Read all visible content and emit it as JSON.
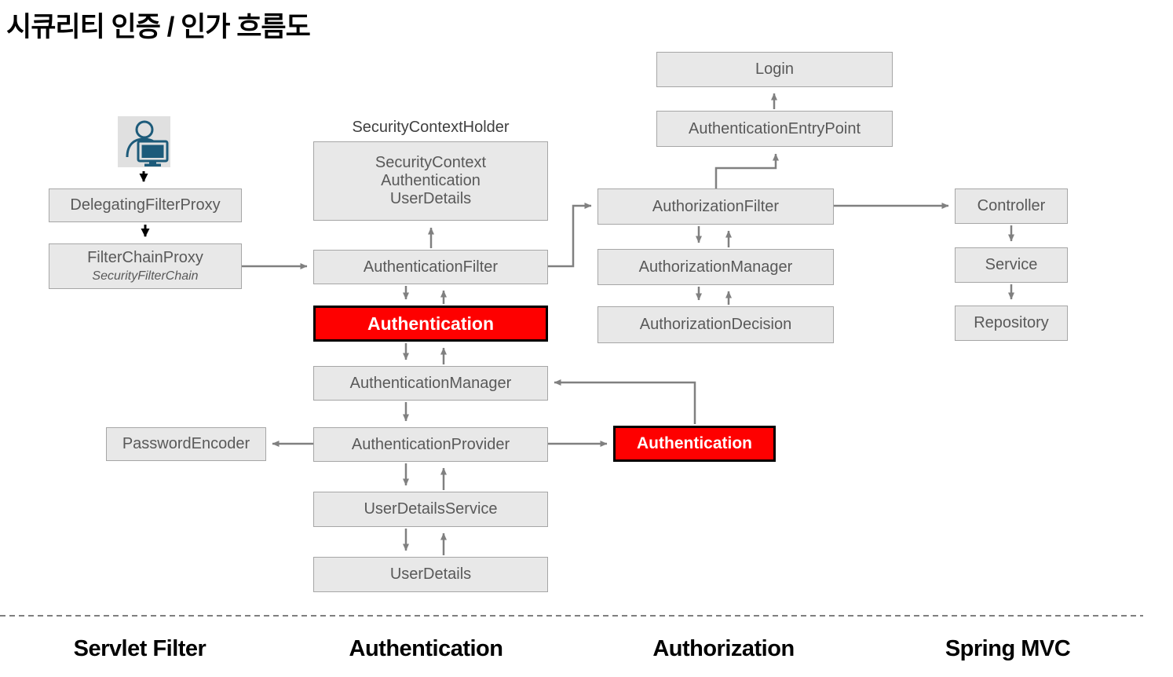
{
  "title": "시큐리티 인증 / 인가 흐름도",
  "colors": {
    "box_fill": "#e8e8e8",
    "box_border": "#a6a6a6",
    "box_text": "#595959",
    "arrow_gray": "#808080",
    "arrow_black": "#000000",
    "highlight_fill": "#fe0000",
    "highlight_border": "#000000",
    "highlight_text": "#ffffff",
    "icon_color": "#1d5b7a",
    "icon_bg": "#e0e0e0",
    "divider": "#7f7f7f"
  },
  "icons": {
    "user": "user-at-computer-icon"
  },
  "nodes": {
    "delegating_filter_proxy": {
      "label": "DelegatingFilterProxy"
    },
    "filter_chain_proxy": {
      "label": "FilterChainProxy",
      "sublabel": "SecurityFilterChain"
    },
    "security_context_holder": {
      "label": "SecurityContextHolder"
    },
    "security_context": {
      "lines": [
        "SecurityContext",
        "Authentication",
        "UserDetails"
      ]
    },
    "authentication_filter": {
      "label": "AuthenticationFilter"
    },
    "authentication_token_left": {
      "label": "Authentication"
    },
    "authentication_manager": {
      "label": "AuthenticationManager"
    },
    "password_encoder": {
      "label": "PasswordEncoder"
    },
    "authentication_provider": {
      "label": "AuthenticationProvider"
    },
    "authentication_token_right": {
      "label": "Authentication"
    },
    "user_details_service": {
      "label": "UserDetailsService"
    },
    "user_details": {
      "label": "UserDetails"
    },
    "login": {
      "label": "Login"
    },
    "authentication_entry_point": {
      "label": "AuthenticationEntryPoint"
    },
    "authorization_filter": {
      "label": "AuthorizationFilter"
    },
    "authorization_manager": {
      "label": "AuthorizationManager"
    },
    "authorization_decision": {
      "label": "AuthorizationDecision"
    },
    "controller": {
      "label": "Controller"
    },
    "service": {
      "label": "Service"
    },
    "repository": {
      "label": "Repository"
    }
  },
  "lanes": [
    "Servlet Filter",
    "Authentication",
    "Authorization",
    "Spring MVC"
  ]
}
